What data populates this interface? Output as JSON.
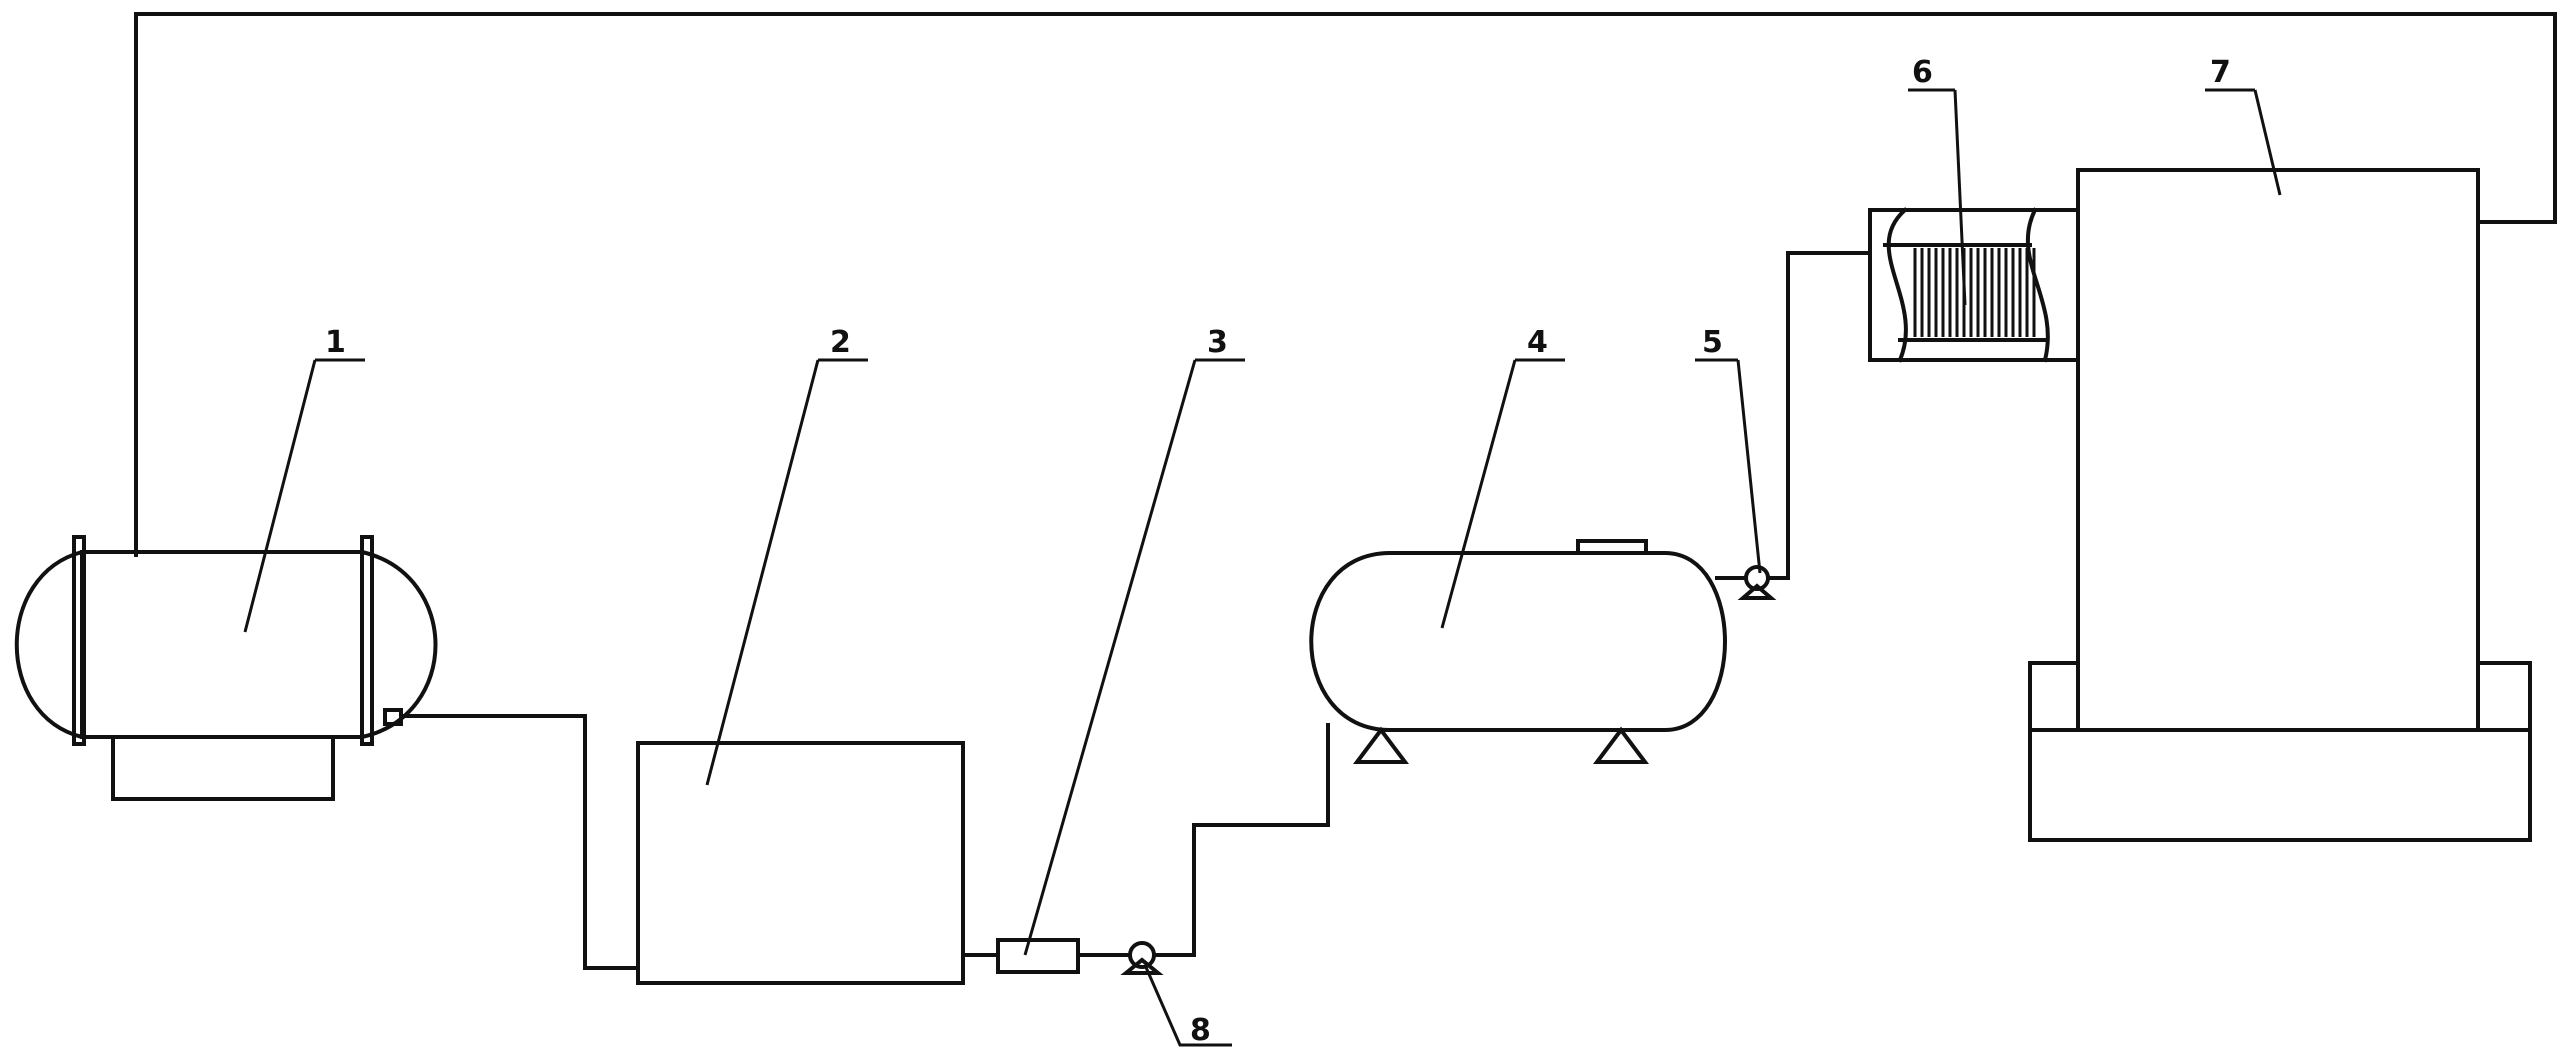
{
  "figure": {
    "background": "#ffffff",
    "line_color": "#111111"
  },
  "components": [
    {
      "id": "1",
      "label": "1",
      "shape": "horizontal-tank-with-flanges"
    },
    {
      "id": "2",
      "label": "2",
      "shape": "box"
    },
    {
      "id": "3",
      "label": "3",
      "shape": "inline-filter"
    },
    {
      "id": "4",
      "label": "4",
      "shape": "horizontal-tank-on-supports"
    },
    {
      "id": "5",
      "label": "5",
      "shape": "pump"
    },
    {
      "id": "6",
      "label": "6",
      "shape": "finned-heat-exchanger"
    },
    {
      "id": "7",
      "label": "7",
      "shape": "cabinet-on-base"
    },
    {
      "id": "8",
      "label": "8",
      "shape": "pump"
    }
  ]
}
